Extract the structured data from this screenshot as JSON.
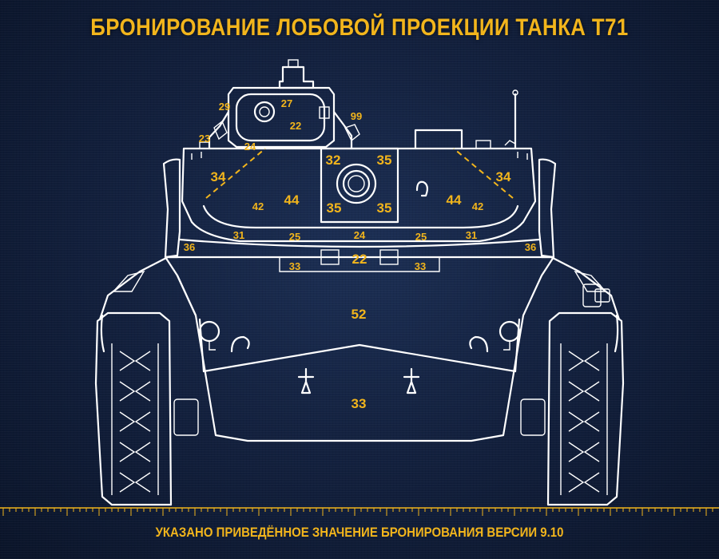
{
  "header": {
    "title": "БРОНИРОВАНИЕ ЛОБОВОЙ ПРОЕКЦИИ ТАНКА Т71"
  },
  "footer": {
    "note": "УКАЗАНО ПРИВЕДЁННОЕ ЗНАЧЕНИЕ БРОНИРОВАНИЯ ВЕРСИИ 9.10"
  },
  "colors": {
    "background": "#13213f",
    "accent": "#f2b51c",
    "lines": "#ffffff"
  },
  "armor_values": {
    "commander_cupola": "27",
    "cupola_base": "22",
    "cupola_left": "29",
    "turret_left_small": "23",
    "turret_roof_left": "24",
    "turret_right_top": "99",
    "turret_cheek_left": "34",
    "turret_cheek_right": "34",
    "turret_front_left": "44",
    "turret_front_right": "44",
    "turret_lower_left": "42",
    "turret_lower_right": "42",
    "mantlet_top_left": "32",
    "mantlet_top_right": "35",
    "mantlet_bottom_left": "35",
    "mantlet_bottom_right": "35",
    "turret_edge_left": "36",
    "turret_edge_right": "36",
    "turret_ring_left_outer": "31",
    "turret_ring_left_inner": "25",
    "turret_ring_center": "24",
    "turret_ring_right_inner": "25",
    "turret_ring_right_outer": "31",
    "hull_roof_center": "22",
    "hull_roof_left": "33",
    "hull_roof_right": "33",
    "upper_glacis": "52",
    "lower_glacis": "33"
  }
}
